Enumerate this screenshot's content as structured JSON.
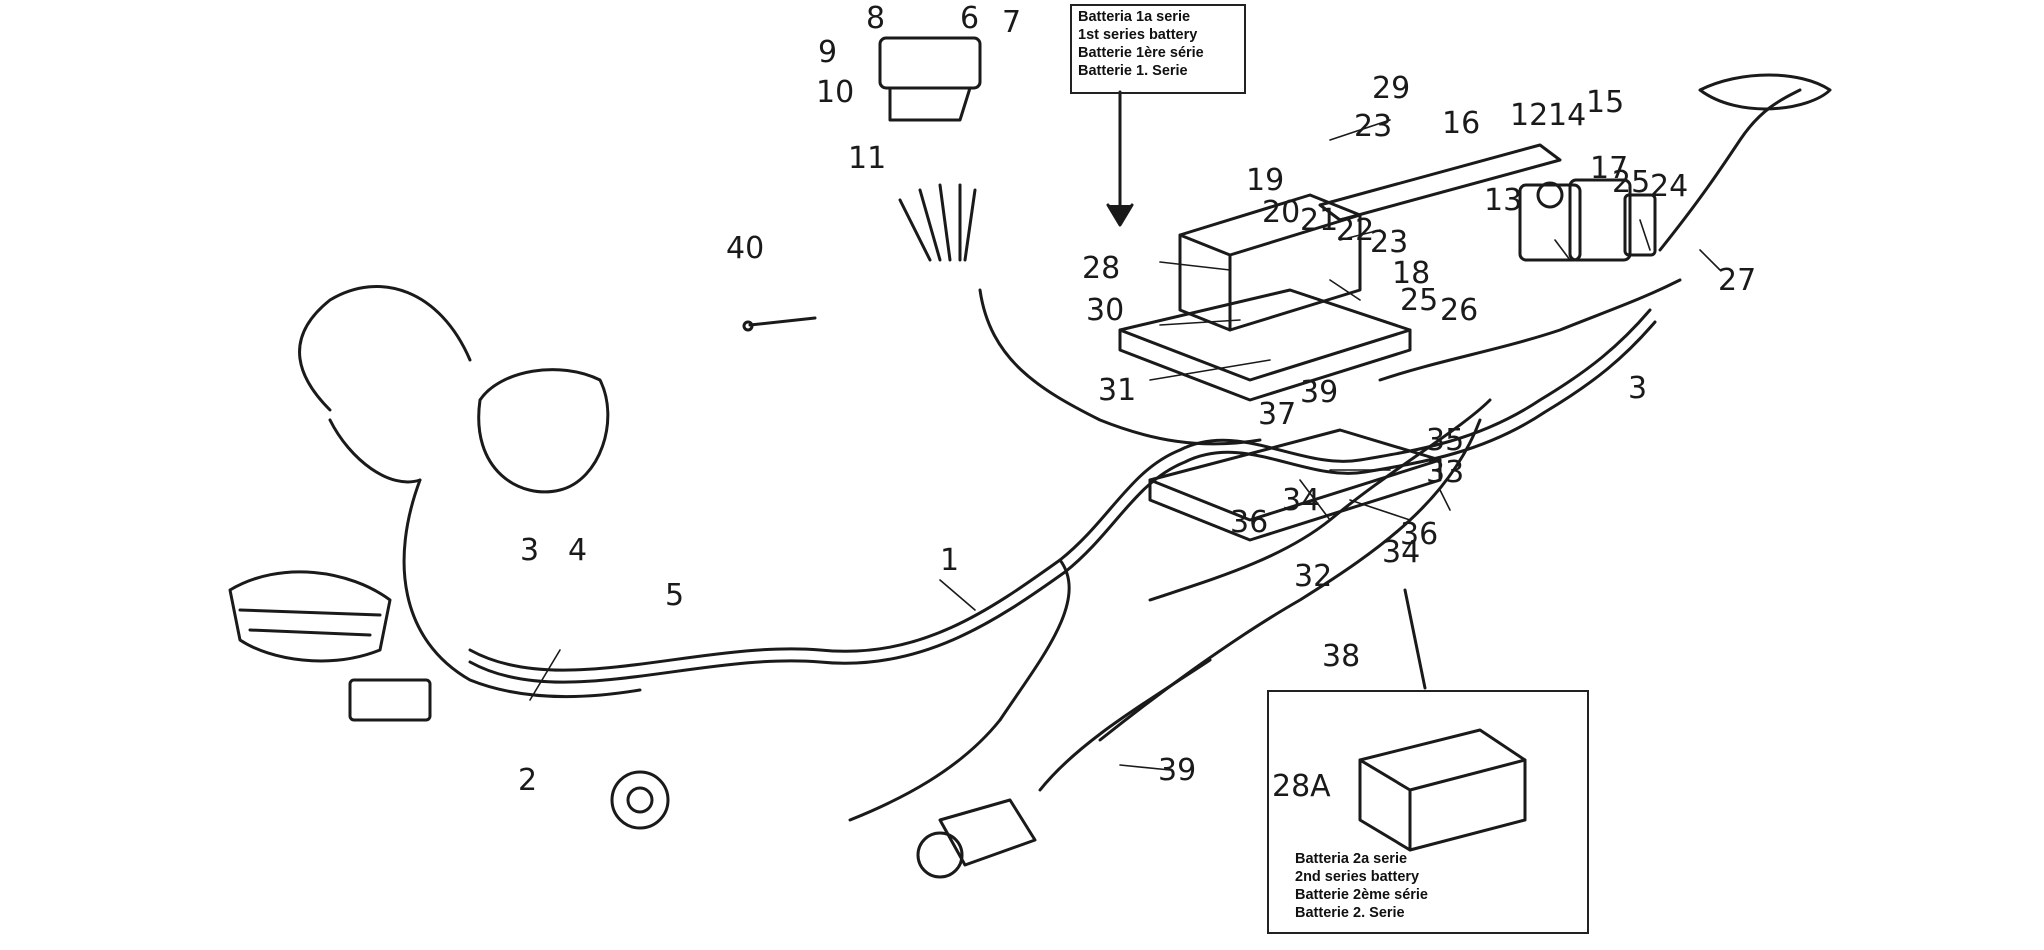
{
  "notes": {
    "first_series": [
      "Batteria 1a serie",
      "1st series battery",
      "Batterie 1ère série",
      "Batterie 1. Serie"
    ],
    "second_series": [
      "Batteria 2a serie",
      "2nd series battery",
      "Batterie 2ème série",
      "Batterie 2. Serie"
    ]
  },
  "labels": {
    "l1": "1",
    "l2": "2",
    "l3a": "3",
    "l3b": "3",
    "l4": "4",
    "l5": "5",
    "l6": "6",
    "l7": "7",
    "l8": "8",
    "l9": "9",
    "l10": "10",
    "l11": "11",
    "l12": "12",
    "l13": "13",
    "l14": "14",
    "l15": "15",
    "l16": "16",
    "l17": "17",
    "l18": "18",
    "l19": "19",
    "l20": "20",
    "l21": "21",
    "l22": "22",
    "l23a": "23",
    "l23b": "23",
    "l24": "24",
    "l25a": "25",
    "l25b": "25",
    "l26": "26",
    "l27": "27",
    "l28": "28",
    "l28a": "28A",
    "l29": "29",
    "l30": "30",
    "l31": "31",
    "l32": "32",
    "l33": "33",
    "l34a": "34",
    "l34b": "34",
    "l35": "35",
    "l36a": "36",
    "l36b": "36",
    "l37": "37",
    "l38": "38",
    "l39a": "39",
    "l39b": "39",
    "l40": "40"
  },
  "colors": {
    "ink": "#1a1a1a",
    "shade": "#555555",
    "paper": "#ffffff"
  }
}
